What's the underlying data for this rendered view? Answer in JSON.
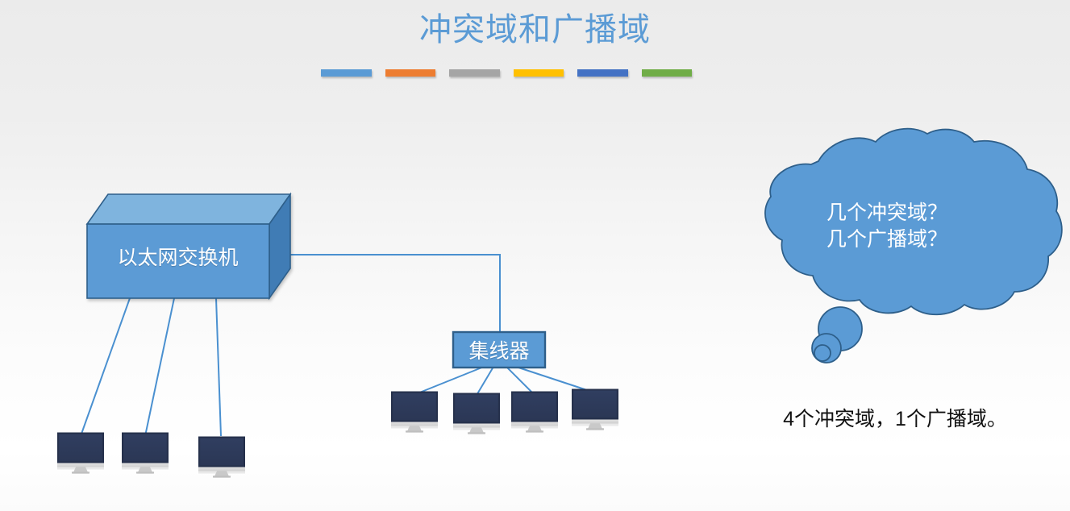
{
  "slide": {
    "title": "冲突域和广播域",
    "title_color": "#5B9BD5",
    "background_top": "#EBEBEB",
    "background_bottom": "#FFFFFF"
  },
  "accent_bars": [
    {
      "name": "bar-blue",
      "color": "#5B9BD5"
    },
    {
      "name": "bar-orange",
      "color": "#ED7D31"
    },
    {
      "name": "bar-gray",
      "color": "#A5A5A5"
    },
    {
      "name": "bar-yellow",
      "color": "#FFC000"
    },
    {
      "name": "bar-darkblue",
      "color": "#4472C4"
    },
    {
      "name": "bar-green",
      "color": "#70AD47"
    }
  ],
  "diagram": {
    "switch": {
      "label": "以太网交换机",
      "front_color": "#5B9BD5",
      "top_color": "#7FB4DE",
      "side_color": "#3F7CB5",
      "edge_color": "#2E5F8A",
      "client_count": 3
    },
    "hub": {
      "label": "集线器",
      "fill_color": "#5B9BD5",
      "border_color": "#2E5F8A",
      "client_count": 4
    },
    "link_color": "#5B9BD5",
    "computer": {
      "screen_color": "#2E3B5C",
      "bezel_color": "#26314C",
      "base_color": "#D9D9D9",
      "stand_color": "#C2C2C2"
    }
  },
  "cloud": {
    "question_line1": "几个冲突域？",
    "question_line2": "几个广播域？",
    "fill_color": "#5B9BD5",
    "stroke_color": "#2E5F8A",
    "text_color": "#FFFFFF"
  },
  "answer": {
    "text": "4个冲突域，1个广播域。",
    "color": "#111111"
  }
}
